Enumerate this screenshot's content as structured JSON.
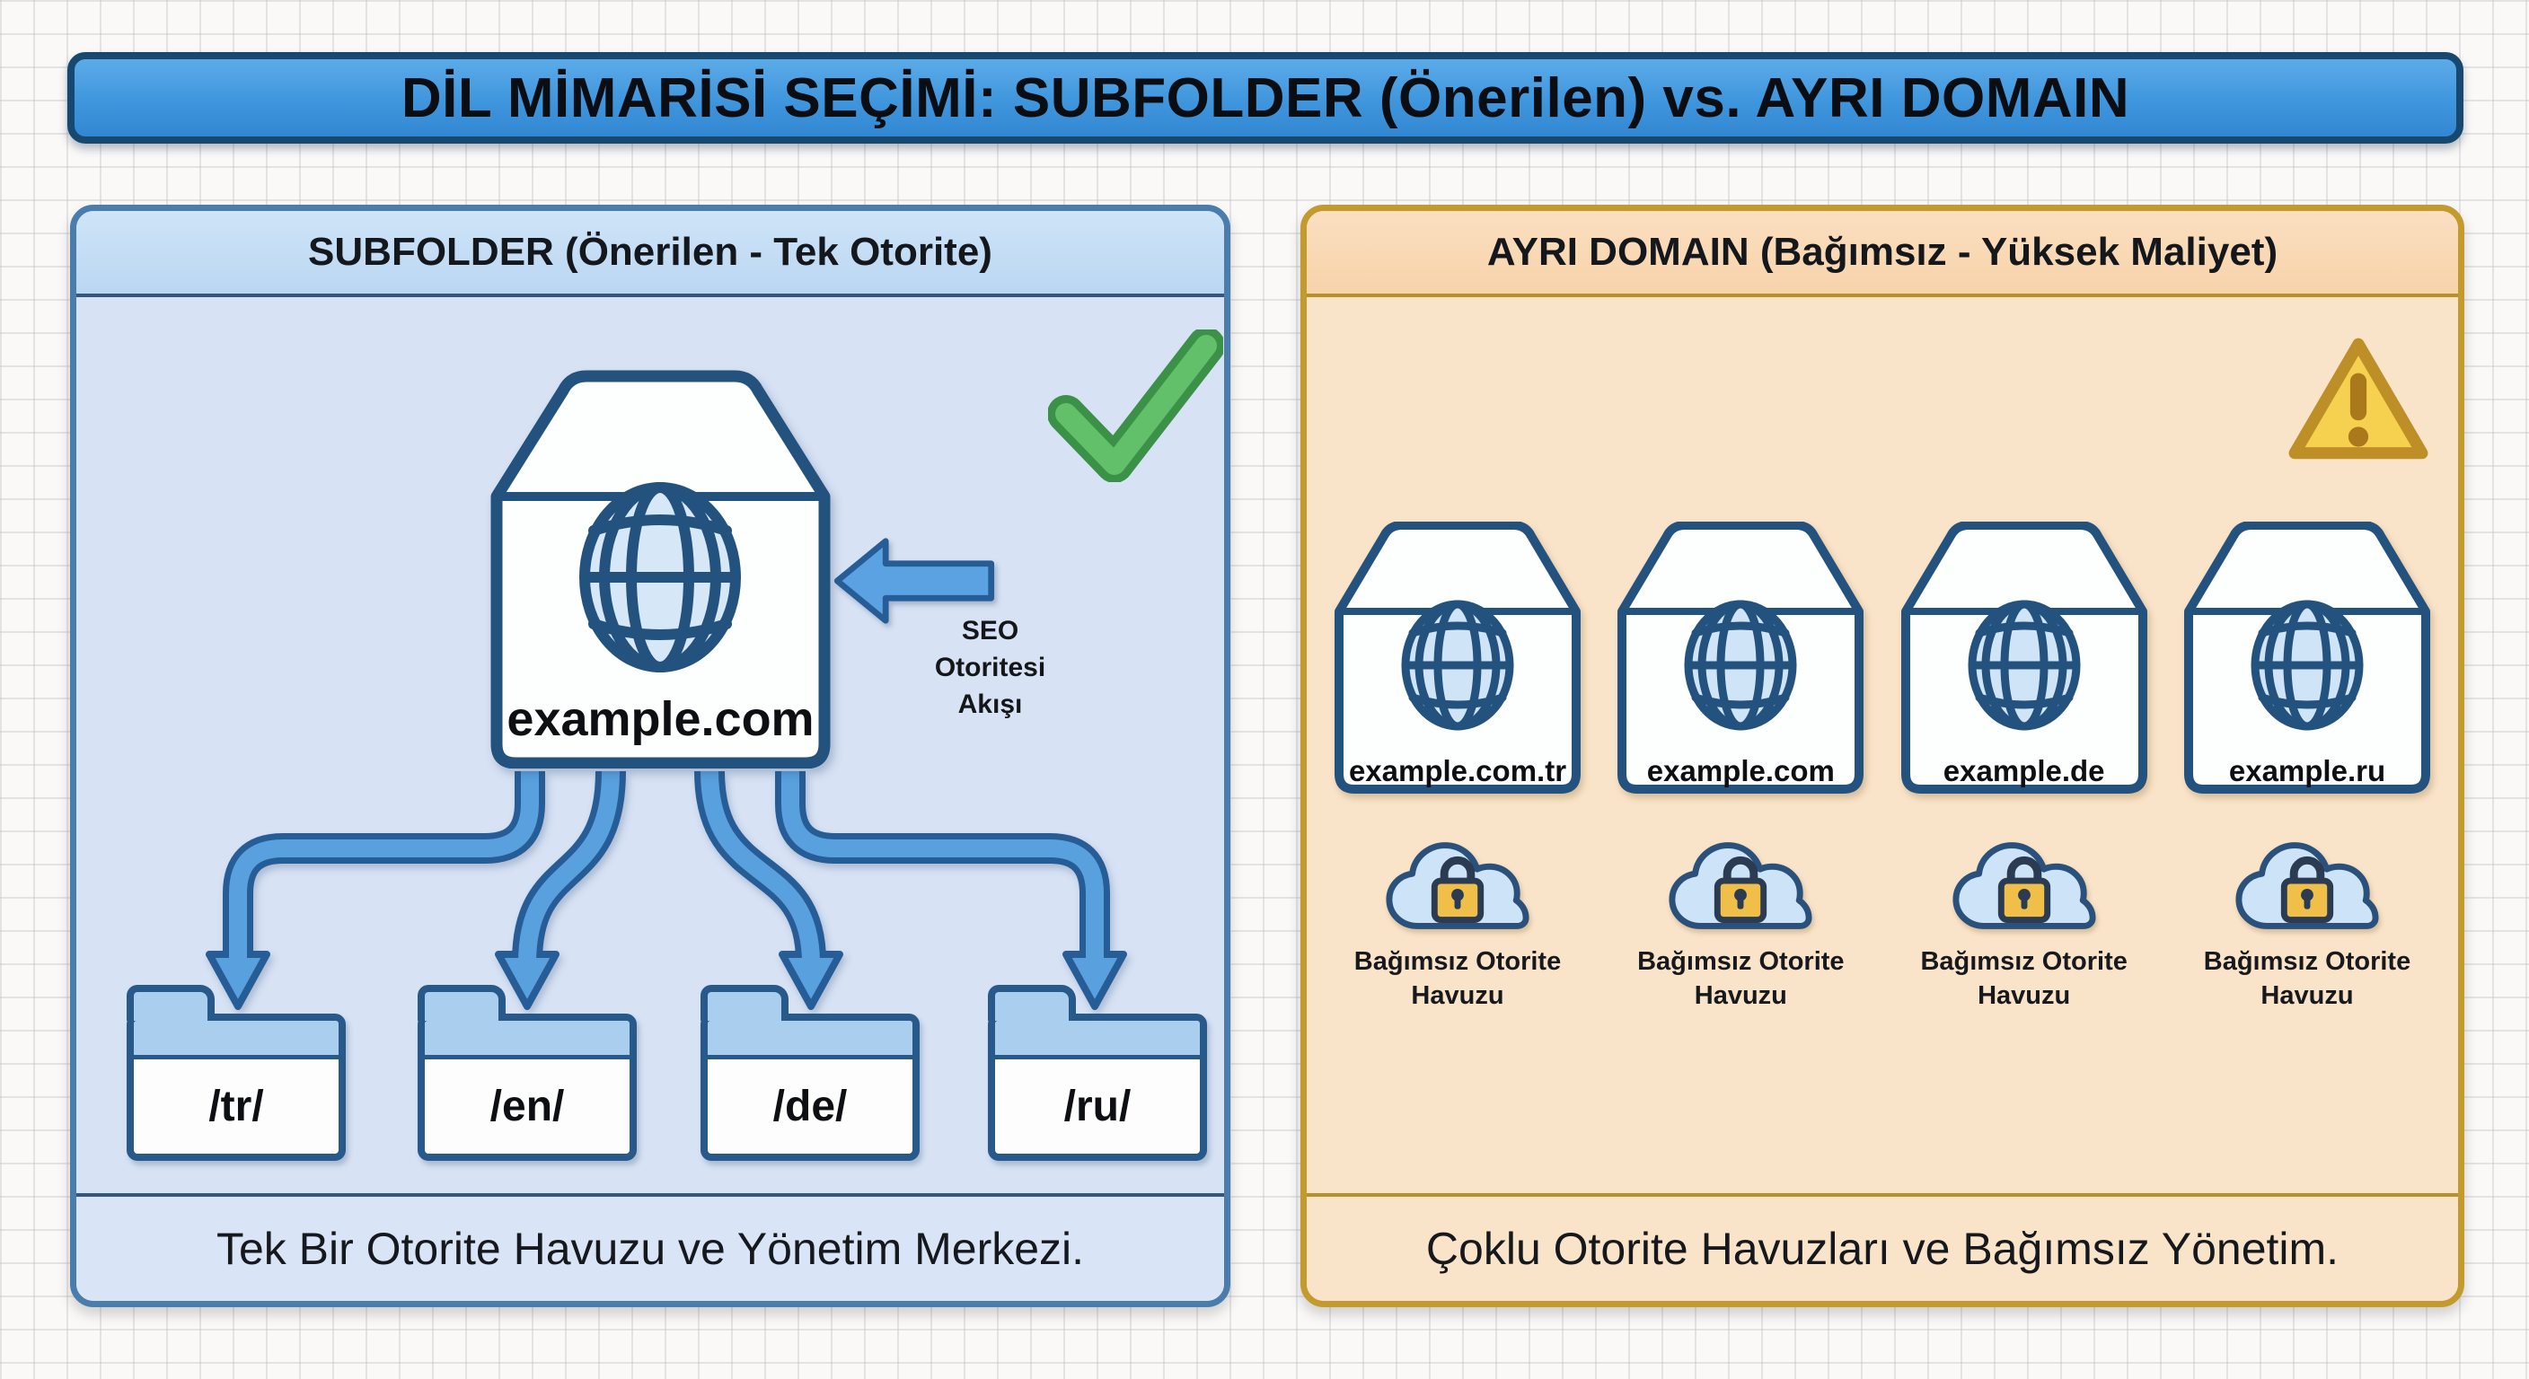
{
  "title": "DİL MİMARİSİ SEÇİMİ: SUBFOLDER (Önerilen) vs. AYRI DOMAIN",
  "left_panel": {
    "header": "SUBFOLDER (Önerilen - Tek Otorite)",
    "status_icon": "check-icon",
    "main_domain": "example.com",
    "seo_flow_label": [
      "SEO",
      "Otoritesi",
      "Akışı"
    ],
    "folders": [
      "/tr/",
      "/en/",
      "/de/",
      "/ru/"
    ],
    "caption": "Tek Bir Otorite Havuzu ve Yönetim Merkezi."
  },
  "right_panel": {
    "header": "AYRI DOMAIN (Bağımsız - Yüksek Maliyet)",
    "status_icon": "warning-icon",
    "domains": [
      "example.com.tr",
      "example.com",
      "example.de",
      "example.ru"
    ],
    "pool_label": "Bağımsız Otorite Havuzu",
    "caption": "Çoklu Otorite Havuzları ve Bağımsız Yönetim."
  },
  "colors": {
    "title_bar_blue": "#3f96dd",
    "title_border_navy": "#17486f",
    "left_panel_bg": "#d7e2f4",
    "left_panel_border": "#4a7dab",
    "right_panel_bg": "#fae4c9",
    "right_panel_border": "#c39a2e",
    "outline_navy": "#24527f",
    "flow_arrow_blue": "#58a0de",
    "folder_blue": "#a9ceee",
    "check_green": "#5fbd66",
    "warning_yellow": "#f6d150",
    "lock_gold": "#efbf4a",
    "cloud_blue": "#cde3f7"
  }
}
